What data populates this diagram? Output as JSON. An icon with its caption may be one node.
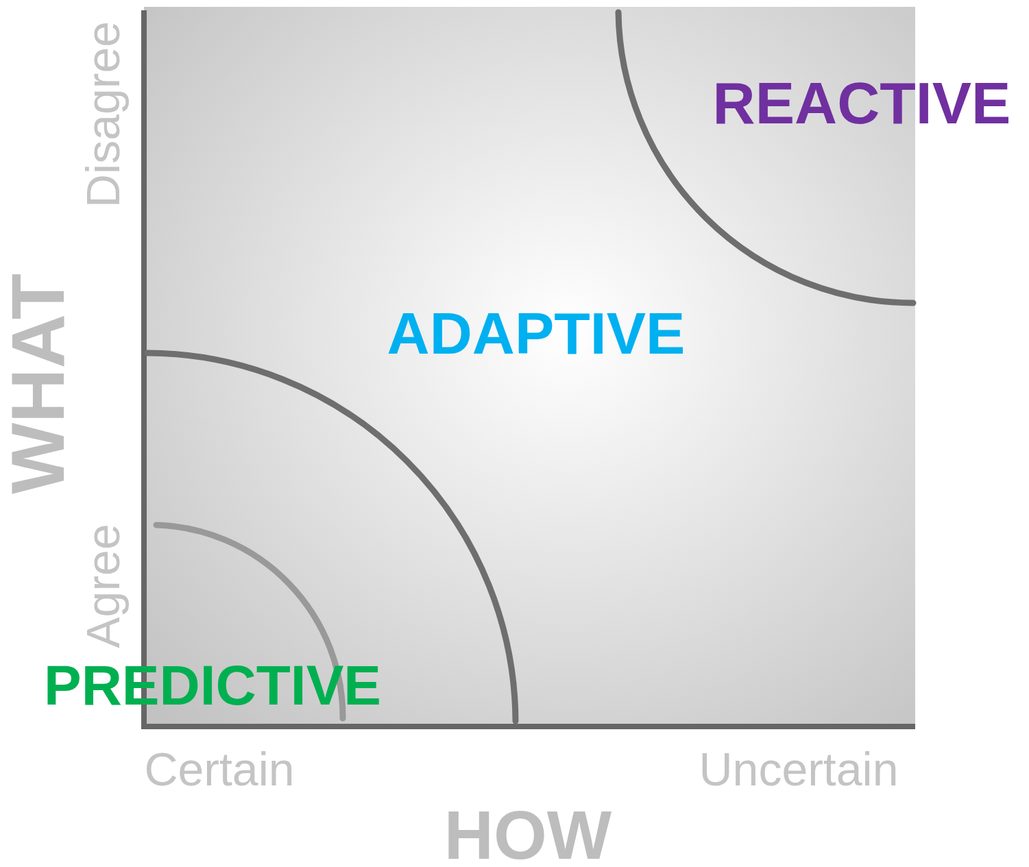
{
  "diagram": {
    "labels": [
      "Disagree",
      "Agree",
      "WHAT",
      "REACTIVE",
      "ADAPTIVE",
      "PREDICTIVE",
      "Certain",
      "Uncertain",
      "HOW"
    ]
  }
}
